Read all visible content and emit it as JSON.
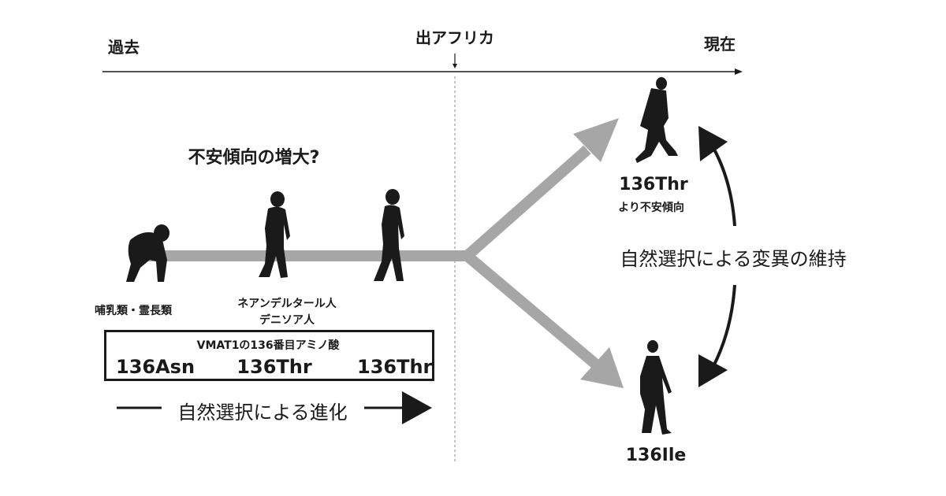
{
  "timeline": {
    "past_label": "過去",
    "out_of_africa_label": "出アフリカ",
    "present_label": "現在"
  },
  "question_label": "不安傾向の増大?",
  "species": [
    {
      "label": "哺乳類・霊長類"
    },
    {
      "label_line1": "ネアンデルタール人",
      "label_line2": "デニソア人"
    }
  ],
  "amino_box": {
    "title": "VMAT1の136番目アミノ酸",
    "values": [
      "136Asn",
      "136Thr",
      "136Thr"
    ]
  },
  "evolution_arrow_label": "自然選択による進化",
  "modern": {
    "upper_variant": "136Thr",
    "upper_note": "より不安傾向",
    "lower_variant": "136Ile",
    "maintenance_label": "自然選択による変異の維持"
  },
  "colors": {
    "gray_path": "#a6a6a6",
    "ink": "#1a1a1a"
  }
}
